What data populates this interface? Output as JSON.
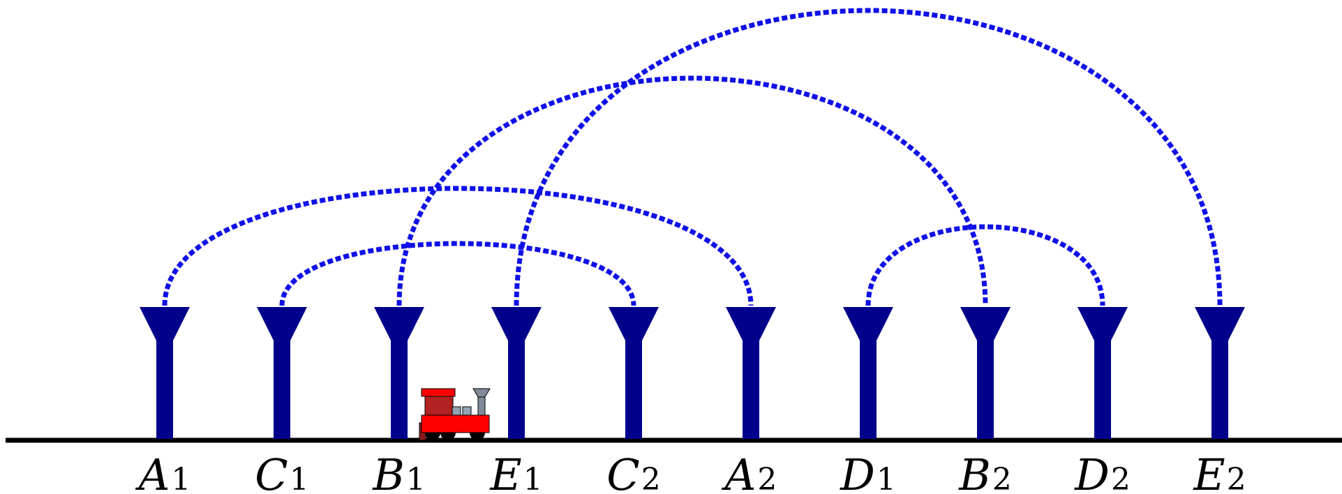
{
  "colors": {
    "track": "#000000",
    "pole": "#01018c",
    "arc": "#0f0fe8",
    "train_body": "#ff0000",
    "train_cab": "#b22222",
    "train_dark": "#8b1a1a",
    "train_chimney": "#7f8b99",
    "train_box": "#93a3b2",
    "train_wheel": "#000000"
  },
  "stations": [
    {
      "letter": "A",
      "index": "1"
    },
    {
      "letter": "C",
      "index": "1"
    },
    {
      "letter": "B",
      "index": "1"
    },
    {
      "letter": "E",
      "index": "1"
    },
    {
      "letter": "C",
      "index": "2"
    },
    {
      "letter": "A",
      "index": "2"
    },
    {
      "letter": "D",
      "index": "1"
    },
    {
      "letter": "B",
      "index": "2"
    },
    {
      "letter": "D",
      "index": "2"
    },
    {
      "letter": "E",
      "index": "2"
    }
  ],
  "connections": [
    {
      "from": "A1",
      "to": "A2",
      "from_arrow": true,
      "to_arrow": false
    },
    {
      "from": "C1",
      "to": "C2",
      "from_arrow": false,
      "to_arrow": false
    },
    {
      "from": "B1",
      "to": "B2",
      "from_arrow": false,
      "to_arrow": true
    },
    {
      "from": "E1",
      "to": "E2",
      "from_arrow": false,
      "to_arrow": true
    },
    {
      "from": "D1",
      "to": "D2",
      "from_arrow": false,
      "to_arrow": false
    }
  ],
  "train": {
    "icon": "train-icon",
    "between": [
      "B1",
      "E1"
    ]
  }
}
